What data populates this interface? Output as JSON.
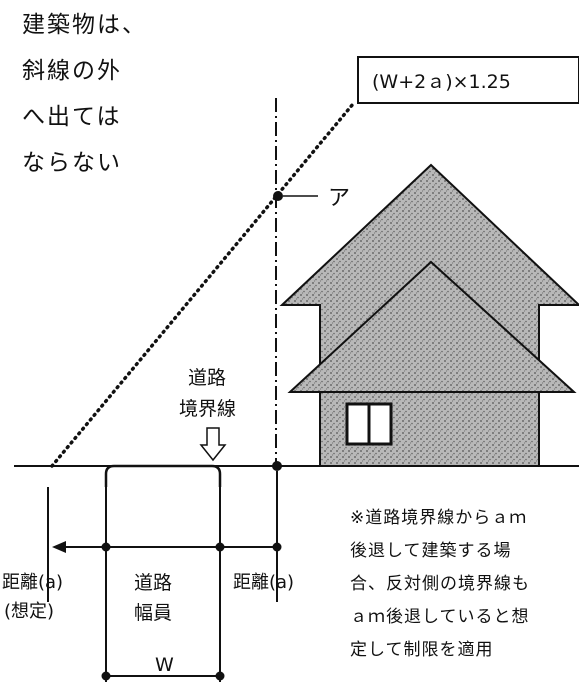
{
  "caption": {
    "lines": [
      "建築物は、",
      "斜線の外",
      "へ出ては",
      "ならない"
    ]
  },
  "formula": "(W+2ａ)×1.25",
  "point_label": "ア",
  "road_boundary_label": [
    "道路",
    "境界線"
  ],
  "labels": {
    "distance_assumed": [
      "距離(a)",
      "(想定)"
    ],
    "road_width": [
      "道路",
      "幅員"
    ],
    "distance": "距離(a)",
    "width_symbol": "W"
  },
  "note": {
    "lines": [
      "※道路境界線からａｍ",
      "後退して建築する場",
      "合、反対側の境界線も",
      "ａｍ後退していると想",
      "定して制限を適用"
    ]
  }
}
